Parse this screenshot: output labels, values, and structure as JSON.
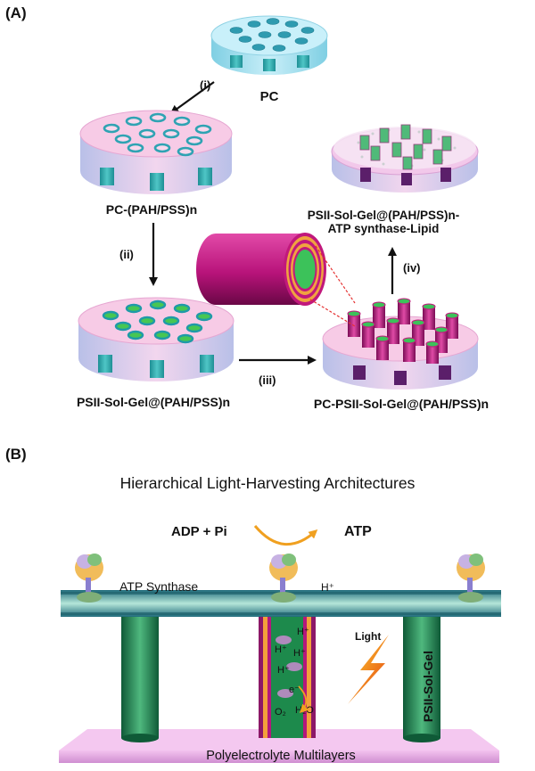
{
  "panel_a": {
    "label": "(A)",
    "nodes": {
      "pc": "PC",
      "pc_pah": "PC-(PAH/PSS)n",
      "psii_sol_gel": "PSII-Sol-Gel@(PAH/PSS)n",
      "pc_psii": "PC-PSII-Sol-Gel@(PAH/PSS)n",
      "final_line1": "PSII-Sol-Gel@(PAH/PSS)n-",
      "final_line2": "ATP synthase-Lipid"
    },
    "steps": {
      "i": "(i)",
      "ii": "(ii)",
      "iii": "(iii)",
      "iv": "(iv)"
    }
  },
  "panel_b": {
    "label": "(B)",
    "title": "Hierarchical Light-Harvesting Architectures",
    "adp": "ADP + Pi",
    "atp": "ATP",
    "atp_synthase": "ATP Synthase",
    "h_plus": "H⁺",
    "light": "Light",
    "electron": "e⁻",
    "o2": "O₂",
    "h2o": "H₂O",
    "psii_sol_gel": "PSII-Sol-Gel",
    "multilayers": "Polyelectrolyte Multilayers"
  },
  "colors": {
    "pc_blue": "#bfe8f3",
    "pink_layer": "#f6c6e4",
    "green_core": "#3cc25a",
    "magenta_tube": "#c1187c",
    "atp_blue": "#2c3e9f",
    "atp_synthase_red": "#e8333b",
    "h_plus_cyan": "#18a9c9",
    "multilayer_text": "#b0288c"
  }
}
